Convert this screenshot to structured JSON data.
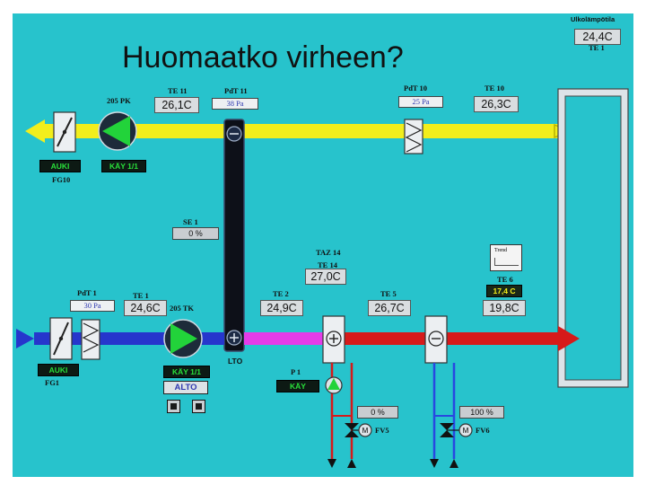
{
  "slide": {
    "title": "Huomaatko virheen?"
  },
  "outdoor": {
    "label": "Ulkolämpötila",
    "tag": "TE 1",
    "value": "24,4C"
  },
  "exhaust": {
    "pump": "205 PK",
    "te11": {
      "tag": "TE 11",
      "value": "26,1C"
    },
    "pdt11": {
      "tag": "PdT 11",
      "value": "38 Pa"
    },
    "pdt10": {
      "tag": "PdT 10",
      "value": "25 Pa"
    },
    "te10": {
      "tag": "TE 10",
      "value": "26,3C"
    },
    "damper_status": "AUKI",
    "damper_tag": "FG10",
    "fan_status": "KÄY 1/1"
  },
  "recovery": {
    "se1": {
      "tag": "SE 1",
      "value": "0 %"
    },
    "taz14": "TAZ 14",
    "te14": {
      "tag": "TE 14",
      "value": "27,0C"
    },
    "lto": "LTO"
  },
  "supply": {
    "pdt1": {
      "tag": "PdT 1",
      "value": "30 Pa"
    },
    "te1": {
      "tag": "TE 1",
      "value": "24,6C"
    },
    "fan_tag": "205 TK",
    "te2": {
      "tag": "TE 2",
      "value": "24,9C"
    },
    "te5": {
      "tag": "TE 5",
      "value": "26,7C"
    },
    "te6": {
      "tag": "TE 6",
      "setpoint": "17,4 C",
      "value": "19,8C"
    },
    "damper_status": "AUKI",
    "damper_tag": "FG1",
    "fan_status": "KÄY 1/1",
    "fan_mode": "ALTO"
  },
  "heating": {
    "p1": {
      "tag": "P 1",
      "status": "KÄY"
    },
    "valve_fv5": {
      "tag": "FV5",
      "value": "0 %"
    },
    "valve_fv6": {
      "tag": "FV6",
      "value": "100 %"
    }
  },
  "trend": {
    "label": "Trend"
  },
  "colors": {
    "background": "#27c3cc",
    "exhaust_duct": "#f2ee1c",
    "supply_inlet": "#2636cc",
    "supply_mid": "#e43ce8",
    "supply_hot": "#d61a1a",
    "status_green": "#29e03a"
  }
}
